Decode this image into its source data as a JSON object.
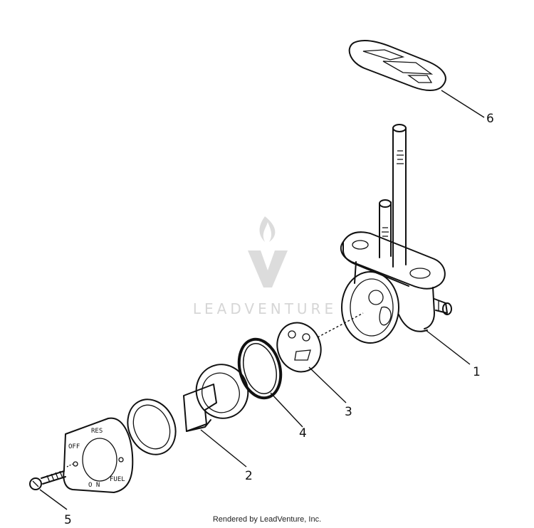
{
  "diagram": {
    "callouts": [
      {
        "id": "1",
        "label": "1"
      },
      {
        "id": "2",
        "label": "2"
      },
      {
        "id": "3",
        "label": "3"
      },
      {
        "id": "4",
        "label": "4"
      },
      {
        "id": "5",
        "label": "5"
      },
      {
        "id": "6",
        "label": "6"
      }
    ],
    "plate_text": {
      "res": "RES",
      "off": "OFF",
      "on": "O N",
      "fuel": "FUEL"
    },
    "watermark": {
      "text": "LEADVENTURE"
    }
  },
  "footer": {
    "text": "Rendered by LeadVenture, Inc."
  }
}
